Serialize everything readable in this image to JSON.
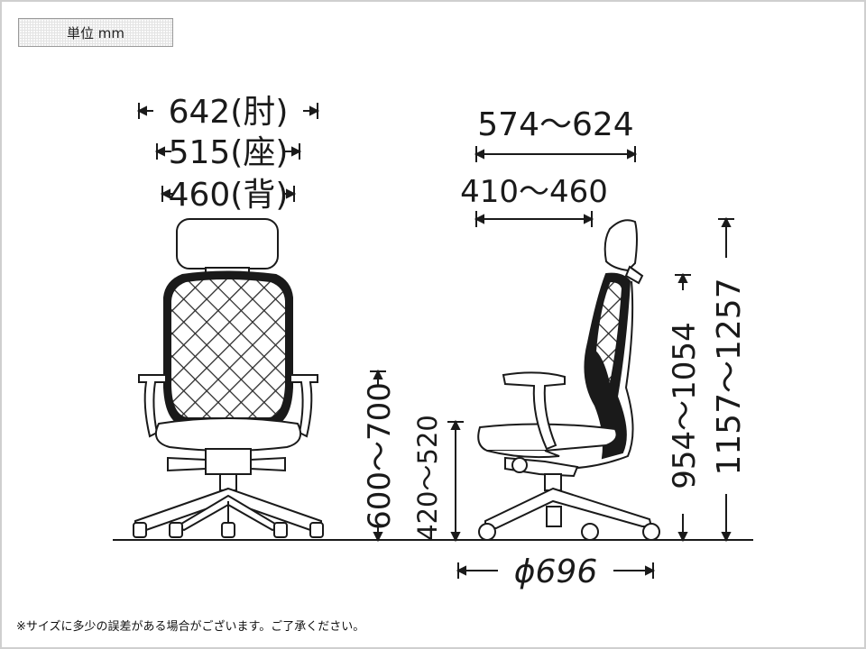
{
  "unit_label": "単位 mm",
  "front_view": {
    "width_armrest": "642(肘)",
    "width_seat": "515(座)",
    "width_back": "460(背)",
    "seat_height": "600～700"
  },
  "side_view": {
    "depth_overall": "574～624",
    "depth_seat": "410～460",
    "armrest_height": "420～520",
    "seat_back_height": "954～1054",
    "overall_height": "1157～1257",
    "base_diameter": "ϕ696"
  },
  "footnote": "※サイズに多少の誤差がある場合がございます。ご了承ください。",
  "colors": {
    "line": "#1a1a1a",
    "frame": "#cfcfcf",
    "mesh": "#2a2a2a"
  }
}
